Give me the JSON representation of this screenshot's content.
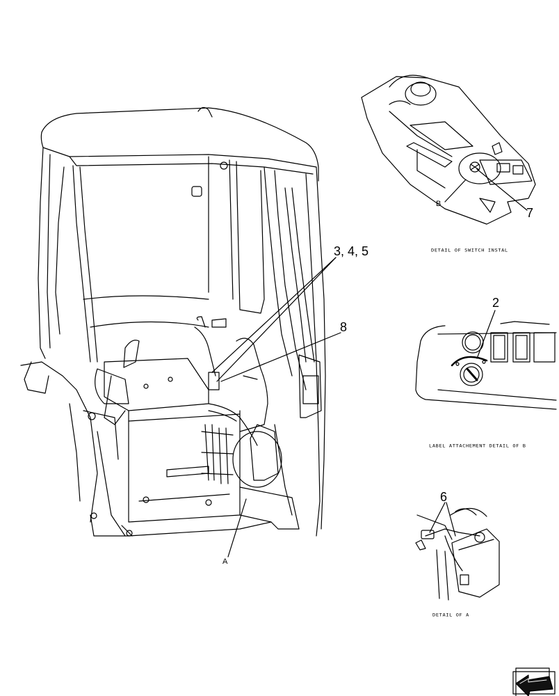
{
  "callouts": {
    "c345": "3, 4, 5",
    "c8": "8",
    "c7": "7",
    "c2": "2",
    "c6": "6",
    "a": "A",
    "b": "B"
  },
  "captions": {
    "switch": "DETAIL OF SWITCH INSTAL",
    "label": "LABEL ATTACHEMENT DETAIL OF B",
    "a": "DETAIL OF A"
  },
  "icons": {
    "nav": "next-page-arrow-icon"
  }
}
